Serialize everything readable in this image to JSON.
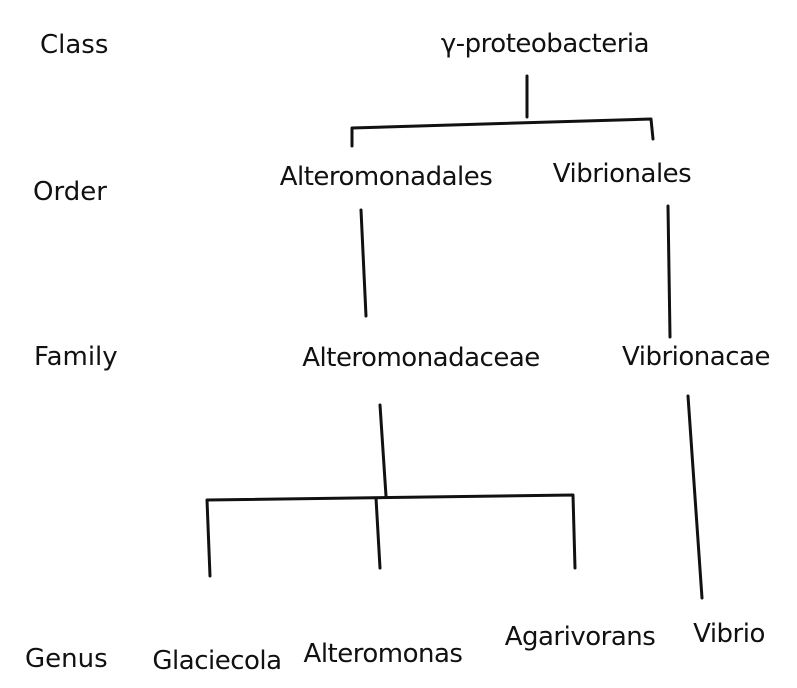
{
  "ranks": {
    "class": "Class",
    "order": "Order",
    "family": "Family",
    "genus": "Genus"
  },
  "taxa": {
    "class": "γ-proteobacteria",
    "orders": [
      "Alteromonadales",
      "Vibrionales"
    ],
    "families": [
      "Alteromonadaceae",
      "Vibrionacae"
    ],
    "genera": [
      "Glaciecola",
      "Alteromonas",
      "Agarivorans",
      "Vibrio"
    ]
  }
}
